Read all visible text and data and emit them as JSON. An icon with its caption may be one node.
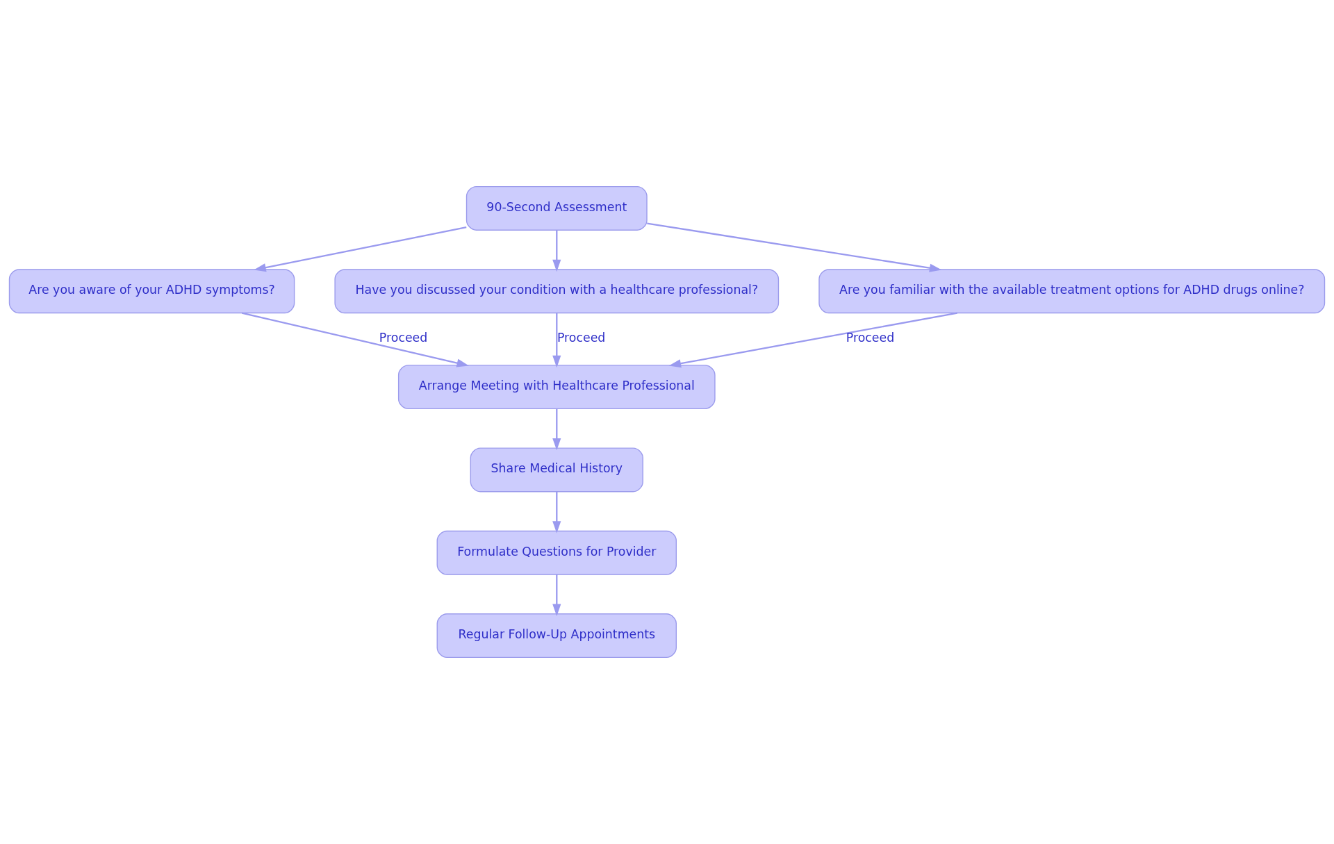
{
  "diagram": {
    "nodes": [
      {
        "text": [
          "90-Second Assessment"
        ]
      },
      {
        "text": [
          "Are you aware of your ADHD symptoms?"
        ]
      },
      {
        "text": [
          "Have you discussed your condition with a healthcare professional?"
        ]
      },
      {
        "text": [
          "Are you familiar with the available treatment options for ADHD drugs online?"
        ]
      },
      {
        "text": [
          "Arrange Meeting with Healthcare Professional"
        ]
      },
      {
        "text": [
          "Share Medical History"
        ]
      },
      {
        "text": [
          "Formulate Questions for Provider"
        ]
      },
      {
        "text": [
          "Regular Follow-Up Appointments"
        ]
      }
    ],
    "edges": [
      {
        "from": 0,
        "to": 1,
        "arrow": "to"
      },
      {
        "from": 0,
        "to": 2,
        "arrow": "to"
      },
      {
        "from": 0,
        "to": 3,
        "arrow": "to"
      },
      {
        "from": 1,
        "to": 4,
        "arrow": "to",
        "label": "Proceed"
      },
      {
        "from": 2,
        "to": 4,
        "arrow": "to",
        "label": "Proceed"
      },
      {
        "from": 3,
        "to": 4,
        "arrow": "to",
        "label": "Proceed"
      },
      {
        "from": 4,
        "to": 5,
        "arrow": "to"
      },
      {
        "from": 5,
        "to": 6,
        "arrow": "to"
      },
      {
        "from": 6,
        "to": 7,
        "arrow": "to"
      }
    ]
  }
}
